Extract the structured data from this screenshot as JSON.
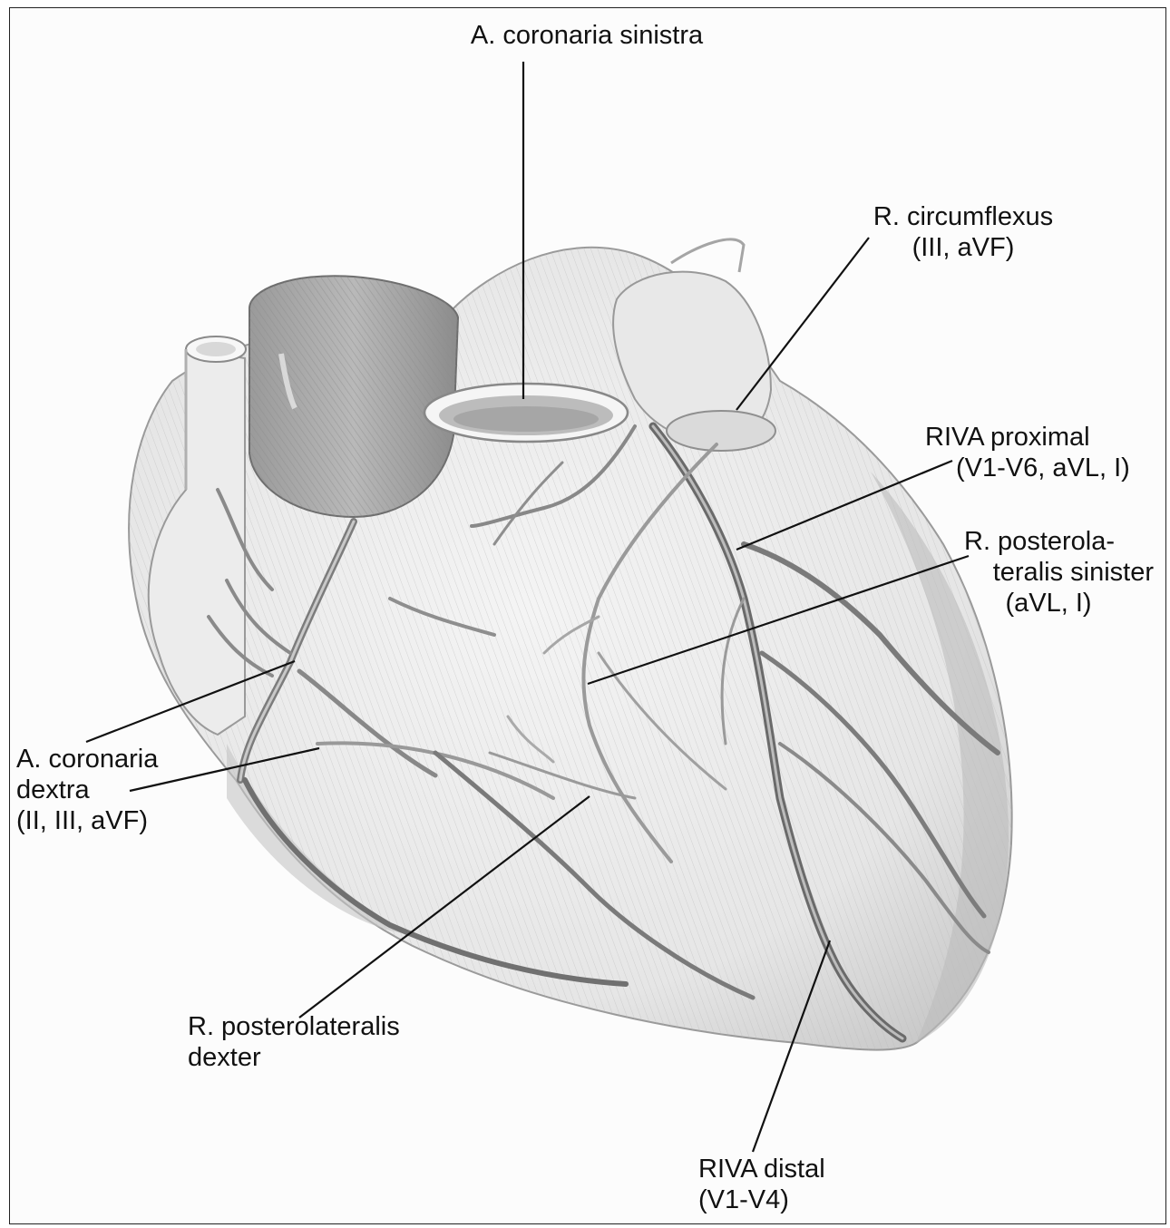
{
  "figure": {
    "labels": {
      "coronaria_sinistra": {
        "lines": [
          "A. coronaria sinistra"
        ]
      },
      "circumflexus": {
        "lines": [
          "R. circumflexus",
          "(III, aVF)"
        ]
      },
      "riva_proximal": {
        "lines": [
          "RIVA proximal",
          "(V1-V6, aVL, I)"
        ]
      },
      "posterolateralis_sinister": {
        "lines": [
          "R. posterola-",
          "teralis sinister",
          "(aVL, I)"
        ]
      },
      "coronaria_dextra": {
        "lines": [
          "A. coronaria",
          "dextra",
          "(II, III, aVF)"
        ]
      },
      "posterolateralis_dexter": {
        "lines": [
          "R. posterolateralis",
          "dexter"
        ]
      },
      "riva_distal": {
        "lines": [
          "RIVA distal",
          "(V1-V4)"
        ]
      }
    }
  }
}
